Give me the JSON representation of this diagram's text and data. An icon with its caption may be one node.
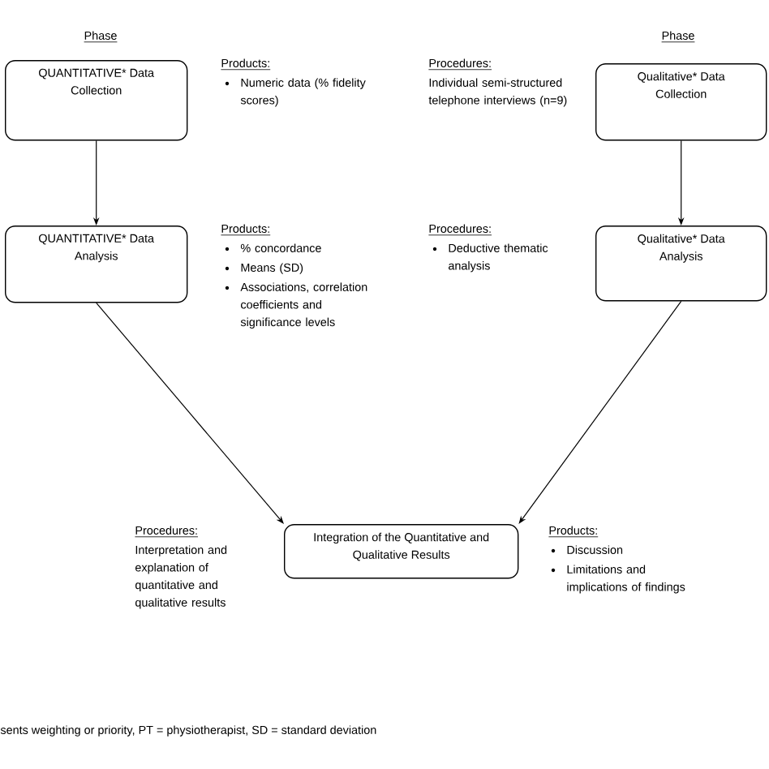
{
  "diagram": {
    "nodes": [
      {
        "text": [
          "QUANTITATIVE* Data Collection"
        ]
      },
      {
        "text": [
          "QUANTITATIVE* Data Analysis"
        ]
      },
      {
        "text": [
          "Qualitative* Data Collection"
        ]
      },
      {
        "text": [
          "Qualitative* Data Analysis"
        ]
      },
      {
        "text": [
          "Integration of the Quantitative and Qualitative Results"
        ]
      }
    ],
    "edges": [
      {
        "from": 0,
        "to": 1,
        "arrow": "to"
      },
      {
        "from": 2,
        "to": 3,
        "arrow": "to"
      },
      {
        "from": 1,
        "to": 4,
        "arrow": "to"
      },
      {
        "from": 3,
        "to": 4,
        "arrow": "to"
      }
    ],
    "labels": [
      "Phase",
      "Phase",
      "Products:",
      "Numeric data (% fidelity scores)",
      "Procedures:",
      "Individual semi-structured telephone interviews (n=9)",
      "Products:",
      "% concordance",
      "Means (SD)",
      "Associations, correlation coefficients and significance levels",
      "Procedures:",
      "Deductive thematic analysis",
      "Procedures:",
      "Interpretation and explanation of quantitative and qualitative results",
      "Products:",
      "Discussion",
      "Limitations and implications of findings",
      "sents weighting or priority, PT = physiotherapist, SD = standard deviation"
    ]
  }
}
